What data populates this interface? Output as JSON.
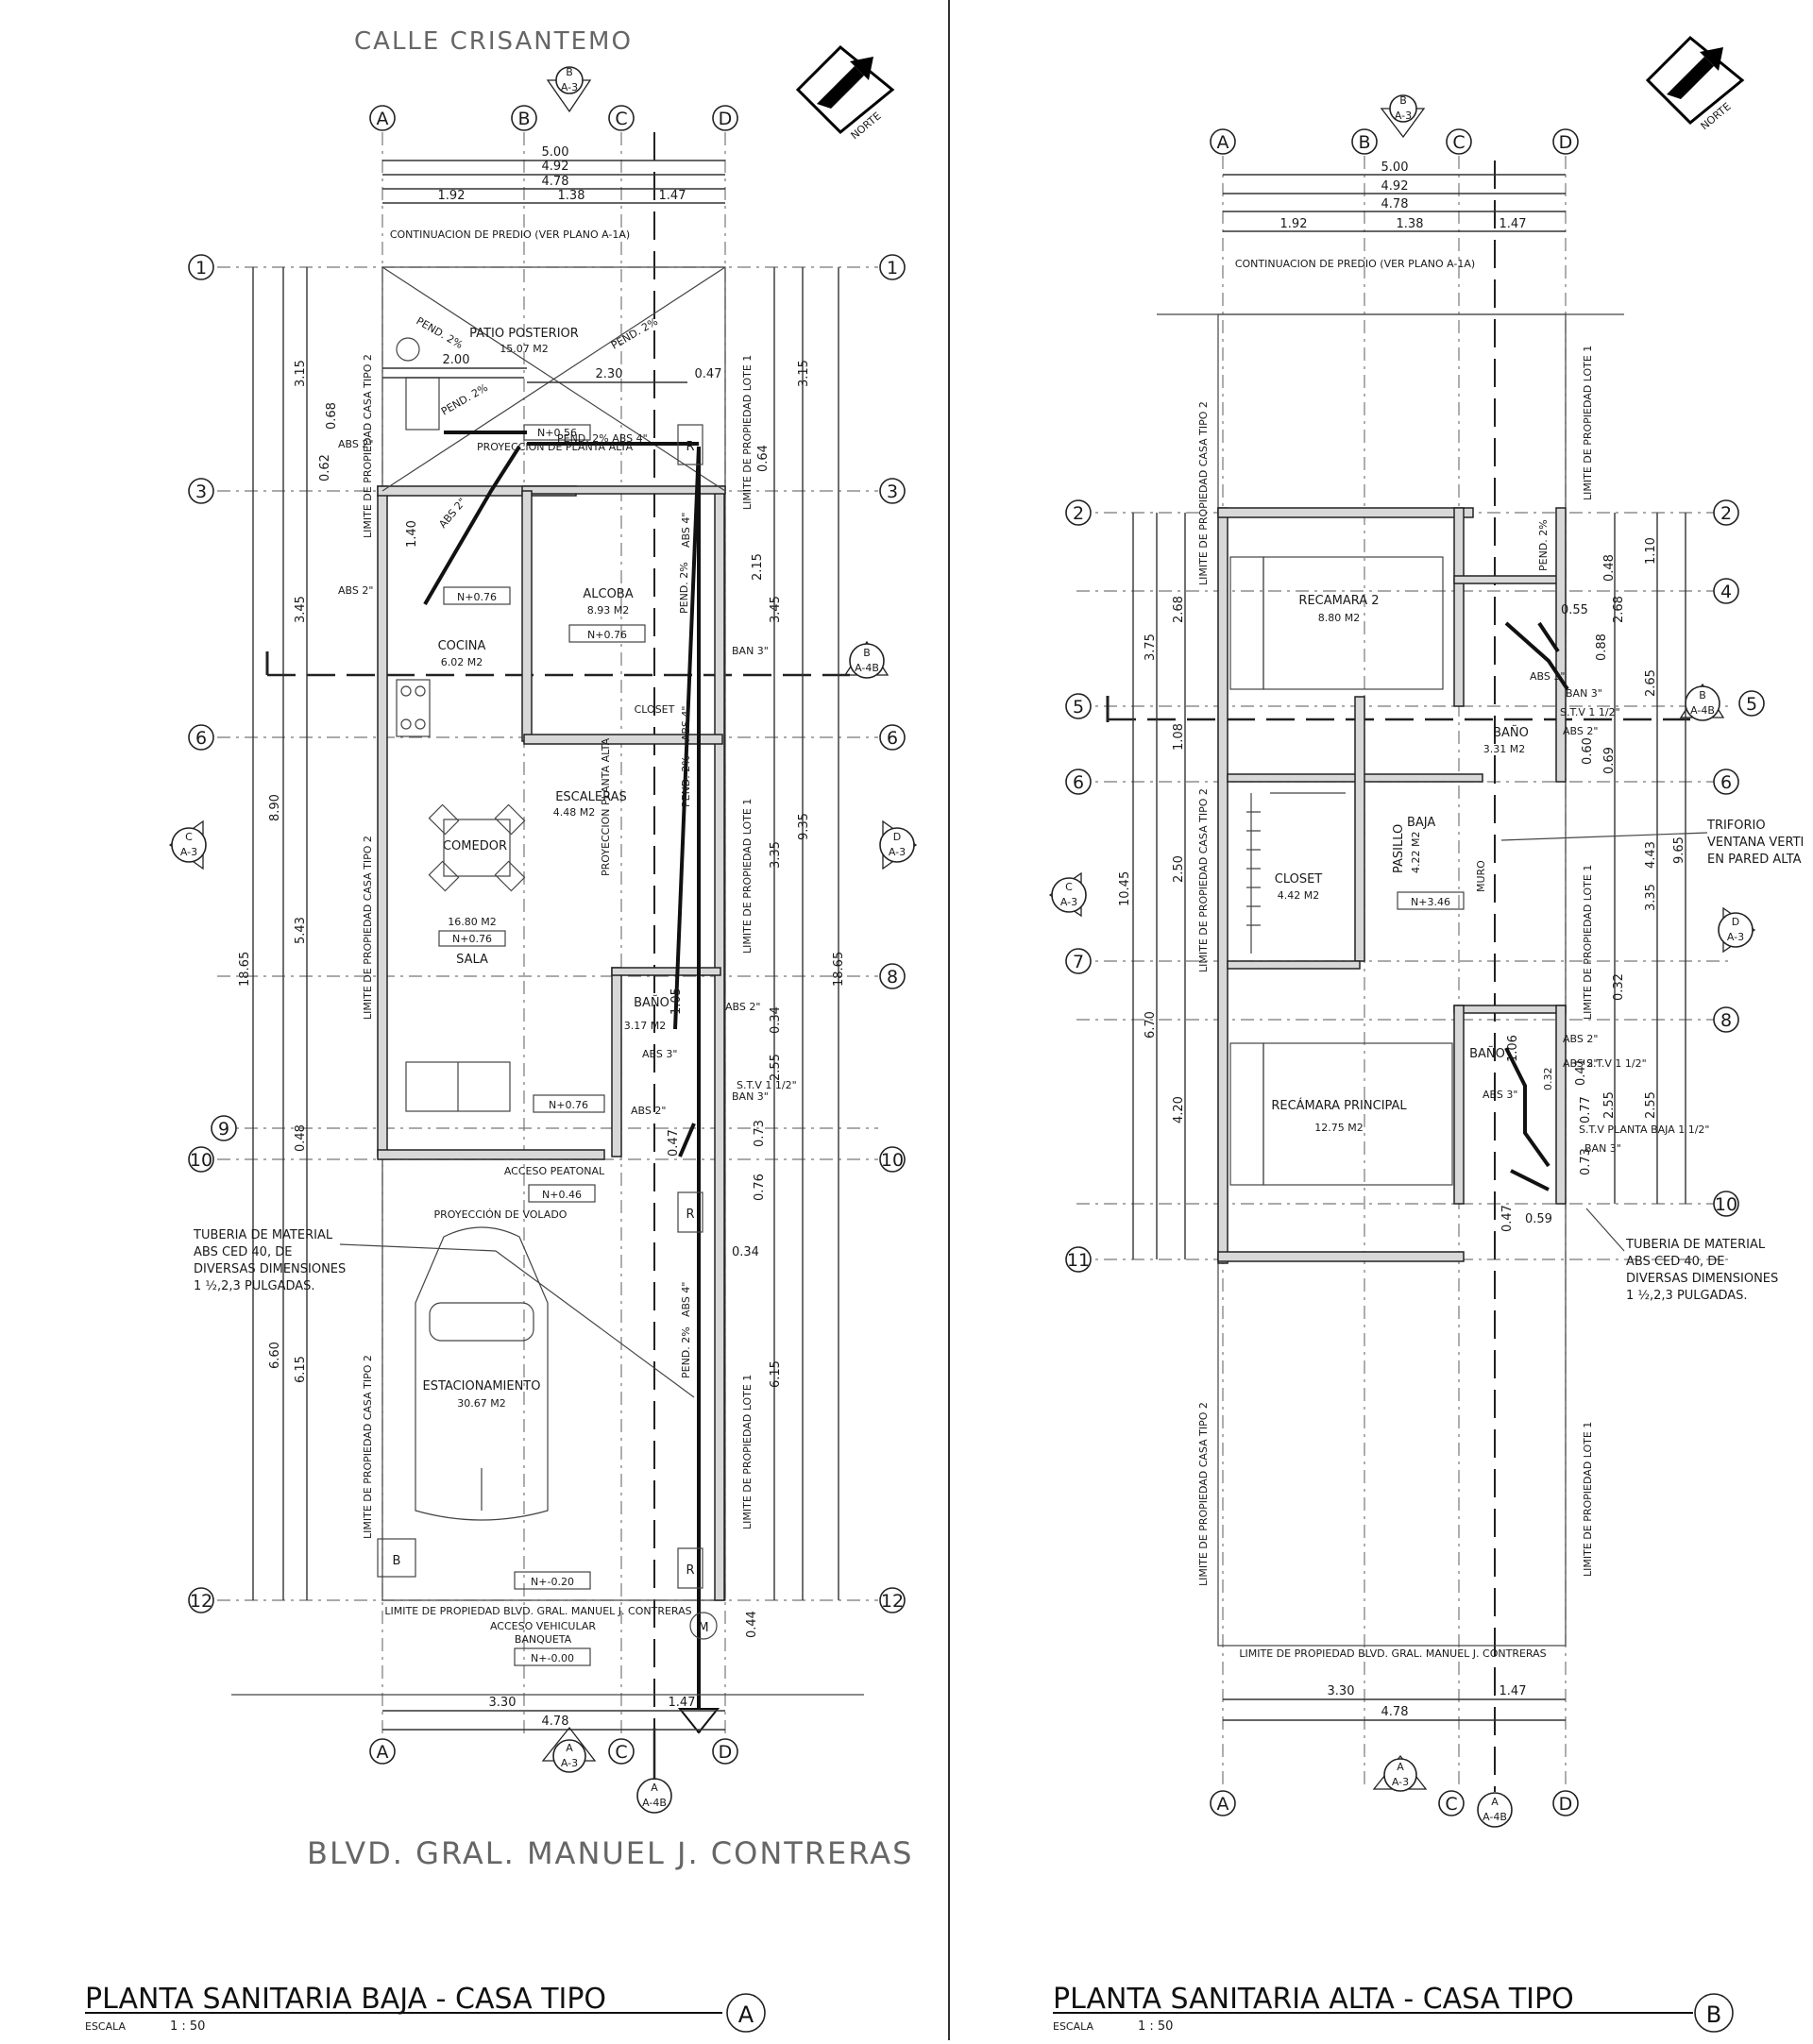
{
  "plan_a": {
    "street_top": "CALLE CRISANTEMO",
    "street_bottom": "BLVD. GRAL. MANUEL J. CONTRERAS",
    "north": "NORTE",
    "title": "PLANTA SANITARIA BAJA - CASA TIPO",
    "scale_label": "ESCALA",
    "scale_value": "1 : 50",
    "title_bubble": "A",
    "continuation": "CONTINUACION DE PREDIO (VER PLANO A-1A)",
    "top_dims": [
      "5.00",
      "4.92",
      "4.78"
    ],
    "top_split": [
      "1.92",
      "1.38",
      "1.47"
    ],
    "bottom_dims": [
      "3.30",
      "1.47",
      "4.78"
    ],
    "left_dims": [
      "3.15",
      "3.45",
      "5.43",
      "8.90",
      "18.65",
      "0.48",
      "6.60",
      "6.15",
      "0.62",
      "0.68",
      "1.40"
    ],
    "right_dims": [
      "3.15",
      "0.64",
      "2.15",
      "3.45",
      "9.35",
      "18.65",
      "3.35",
      "0.34",
      "2.55",
      "0.73",
      "0.76",
      "0.34",
      "6.15",
      "0.44",
      "1.05",
      "0.47"
    ],
    "inner_dims": [
      "2.00",
      "2.30",
      "0.47"
    ],
    "rooms": [
      {
        "name": "PATIO POSTERIOR",
        "area": "15.07 M2"
      },
      {
        "name": "ALCOBA",
        "area": "8.93 M2"
      },
      {
        "name": "COCINA",
        "area": "6.02 M2"
      },
      {
        "name": "ESCALERAS",
        "area": "4.48 M2"
      },
      {
        "name": "COMEDOR",
        "area": ""
      },
      {
        "name": "SALA",
        "area": "16.80 M2"
      },
      {
        "name": "BAÑO",
        "area": "3.17 M2"
      },
      {
        "name": "ESTACIONAMIENTO",
        "area": "30.67 M2"
      },
      {
        "name": "CLOSET",
        "area": ""
      }
    ],
    "levels": [
      "N+0.56",
      "N+0.76",
      "N+0.76",
      "N+0.76",
      "N+0.76",
      "N+0.46",
      "N+-0.20",
      "N+-0.00"
    ],
    "labels": {
      "pend": "PEND. 2%",
      "pend_abs": "PEND. 2% ABS 4\"",
      "abs2": "ABS 2\"",
      "abs3": "ABS 3\"",
      "abs4": "ABS 4\"",
      "ban3": "BAN 3\"",
      "stv": "S.T.V 1 1/2\"",
      "proy_alta": "PROYECCION DE PLANTA ALTA",
      "proy_alta2": "PROYECCION PLANTA ALTA",
      "proy_volado": "PROYECCIÓN DE VOLADO",
      "acceso_peatonal": "ACCESO PEATONAL",
      "acceso_vehicular": "ACCESO VEHICULAR",
      "banqueta": "BANQUETA",
      "limite_boulevard": "LIMITE DE PROPIEDAD BLVD. GRAL. MANUEL J. CONTRERAS",
      "limite_casa": "LIMITE DE PROPIEDAD CASA TIPO 2",
      "limite_lote": "LIMITE DE PROPIEDAD LOTE 1",
      "registro": "R",
      "medidor": "M",
      "bote": "B"
    },
    "note": [
      "TUBERIA DE MATERIAL",
      "ABS CED 40, DE",
      "DIVERSAS DIMENSIONES",
      "1 ½,2,3 PULGADAS."
    ]
  },
  "plan_b": {
    "north": "NORTE",
    "title": "PLANTA SANITARIA ALTA - CASA TIPO",
    "scale_label": "ESCALA",
    "scale_value": "1 : 50",
    "title_bubble": "B",
    "continuation": "CONTINUACION DE PREDIO (VER PLANO A-1A)",
    "top_dims": [
      "5.00",
      "4.92",
      "4.78"
    ],
    "top_split": [
      "1.92",
      "1.38",
      "1.47"
    ],
    "bottom_dims": [
      "3.30",
      "1.47",
      "4.78"
    ],
    "left_dims": [
      "3.75",
      "2.68",
      "1.08",
      "2.50",
      "10.45",
      "6.70",
      "4.20"
    ],
    "right_dims": [
      "1.10",
      "0.48",
      "0.55",
      "2.68",
      "0.88",
      "2.65",
      "0.60",
      "0.69",
      "4.43",
      "9.65",
      "3.35",
      "0.32",
      "1.06",
      "0.41",
      "0.77",
      "2.55",
      "2.55",
      "0.73",
      "0.47",
      "0.59",
      "0.32"
    ],
    "rooms": [
      {
        "name": "RECAMARA 2",
        "area": "8.80 M2"
      },
      {
        "name": "BAÑO",
        "area": "3.31 M2"
      },
      {
        "name": "CLOSET",
        "area": "4.42 M2"
      },
      {
        "name": "PASILLO",
        "area": "4.22 M2"
      },
      {
        "name": "RECÁMARA PRINCIPAL",
        "area": "12.75 M2"
      },
      {
        "name": "BAÑO",
        "area": ""
      }
    ],
    "levels": [
      "N+3.46"
    ],
    "labels": {
      "baja": "BAJA",
      "pend": "PEND. 2%",
      "abs2": "ABS 2\"",
      "abs3": "ABS 3\"",
      "ban3": "BAN 3\"",
      "stv": "S.T.V 1 1/2\"",
      "stv_baja": "S.T.V PLANTA BAJA 1 1/2\"",
      "muro": "MURO",
      "limite_boulevard": "LIMITE DE PROPIEDAD BLVD. GRAL. MANUEL J. CONTRERAS",
      "limite_casa": "LIMITE DE PROPIEDAD CASA TIPO 2",
      "limite_lote": "LIMITE DE PROPIEDAD LOTE 1"
    },
    "triforio": [
      "TRIFORIO",
      "VENTANA VERTI",
      "EN PARED ALTA"
    ],
    "note": [
      "TUBERIA DE MATERIAL",
      "ABS CED 40, DE",
      "DIVERSAS DIMENSIONES",
      "1 ½,2,3 PULGADAS."
    ]
  },
  "grid": {
    "columns": [
      "A",
      "B",
      "C",
      "D"
    ],
    "rows_a": [
      "1",
      "3",
      "6",
      "8",
      "9",
      "10",
      "12"
    ],
    "rows_b": [
      "2",
      "4",
      "5",
      "6",
      "7",
      "8",
      "10",
      "11"
    ],
    "section_refs": {
      "top": "A-3",
      "letter_b": "B",
      "letter_c": "C",
      "letter_d": "D",
      "letter_a": "A",
      "b_right": "A-4B",
      "a_bottom": "A-4B"
    }
  }
}
